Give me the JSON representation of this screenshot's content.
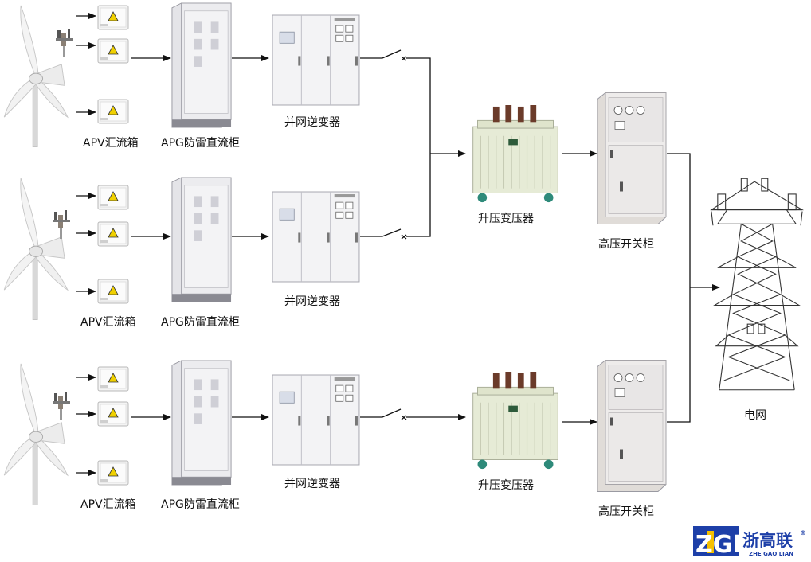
{
  "colors": {
    "line": "#111111",
    "brand_blue": "#1d3fa8",
    "brand_yellow": "#f5c000",
    "cabinet_fill": "#e9e9ec",
    "cabinet_stroke": "#9a9aa2",
    "transformer_fill": "#e7ecd8",
    "warning_yellow": "#f0d000"
  },
  "icons": [
    "wind-turbine-icon",
    "combiner-box-icon",
    "dc-cabinet-icon",
    "inverter-icon",
    "switch-icon",
    "transformer-icon",
    "hv-switchgear-icon",
    "transmission-tower-icon"
  ],
  "rows": [
    {
      "combiner_label": "APV汇流箱",
      "dc_cabinet_label": "APG防雷直流柜",
      "inverter_label": "并网逆变器"
    },
    {
      "combiner_label": "APV汇流箱",
      "dc_cabinet_label": "APG防雷直流柜",
      "inverter_label": "并网逆变器"
    },
    {
      "combiner_label": "APV汇流箱",
      "dc_cabinet_label": "APG防雷直流柜",
      "inverter_label": "并网逆变器"
    }
  ],
  "transformers": [
    {
      "label": "升压变压器"
    },
    {
      "label": "升压变压器"
    }
  ],
  "switchgears": [
    {
      "label": "高压开关柜"
    },
    {
      "label": "高压开关柜"
    }
  ],
  "grid": {
    "label": "电网"
  },
  "logo": {
    "letters": "ZGL",
    "name": "浙高联",
    "pinyin": "ZHE GAO LIAN",
    "mark": "®"
  }
}
